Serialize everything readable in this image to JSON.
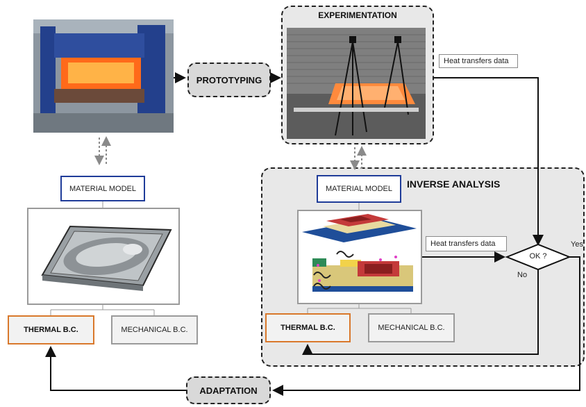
{
  "prototyping": "PROTOTYPING",
  "experimentation": "EXPERIMENTATION",
  "heat_transfers_top": "Heat transfers data",
  "heat_transfers_mid": "Heat transfers data",
  "inverse_analysis": "INVERSE ANALYSIS",
  "material_model_left": "MATERIAL MODEL",
  "material_model_right": "MATERIAL MODEL",
  "thermal_left": "THERMAL B.C.",
  "mechanical_left": "MECHANICAL B.C.",
  "thermal_right": "THERMAL B.C.",
  "mechanical_right": "MECHANICAL B.C.",
  "decision": "OK ?",
  "yes": "Yes",
  "no": "No",
  "adaptation": "ADAPTATION",
  "colors": {
    "accent_blue": "#1f3c99",
    "accent_orange": "#d9782b",
    "furnace": "#ff7a2a"
  }
}
